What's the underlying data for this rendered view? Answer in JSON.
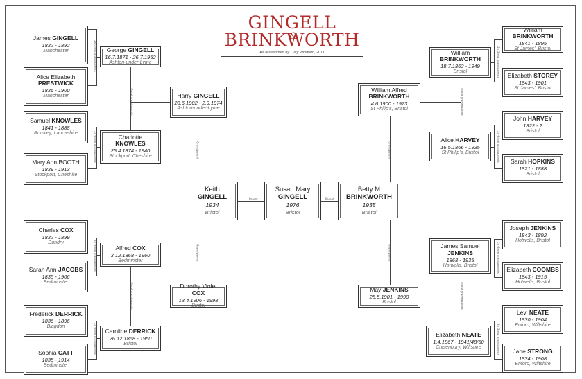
{
  "title": {
    "line1": "GINGELL",
    "amp": "&",
    "line2": "BRINKWORTH",
    "credit": "As researched by Lucy Whitfield, 2011"
  },
  "people": {
    "james_gingell": {
      "first": "James",
      "last": "GINGELL",
      "dates": "1832 - 1892",
      "place": "Manchester"
    },
    "alice_prestwick": {
      "first": "Alice Elizabeth",
      "last": "PRESTWICK",
      "dates": "1836 - 1900",
      "place": "Manchester"
    },
    "samuel_knowles": {
      "first": "Samuel",
      "last": "KNOWLES",
      "dates": "1841 - 1888",
      "place": "Romiley, Lancashire"
    },
    "mary_booth": {
      "first": "Mary Ann",
      "last": "BOOTH",
      "dates": "1839 - 1913",
      "place": "Stockport, Cheshire"
    },
    "george_gingell": {
      "first": "George",
      "last": "GINGELL",
      "dates": "16.7.1871 - 26.7.1952",
      "place": "Ashton-under-Lyme"
    },
    "charlotte_knowles": {
      "first": "Charlotte",
      "last": "KNOWLES",
      "dates": "25.4.1874 - 1940",
      "place": "Stockport, Cheshire"
    },
    "harry_gingell": {
      "first": "Harry",
      "last": "GINGELL",
      "dates": "28.6.1902 - 2.9.1974",
      "place": "Ashton-under-Lyme"
    },
    "charles_cox": {
      "first": "Charles",
      "last": "COX",
      "dates": "1832 - 1899",
      "place": "Dundry"
    },
    "sarah_jacobs": {
      "first": "Sarah Ann",
      "last": "JACOBS",
      "dates": "1835 - 1906",
      "place": "Bedminster"
    },
    "frederick_derrick": {
      "first": "Frederick",
      "last": "DERRICK",
      "dates": "1836 - 1896",
      "place": "Blagdon"
    },
    "sophia_catt": {
      "first": "Sophia",
      "last": "CATT",
      "dates": "1835 - 1914",
      "place": "Bedminster"
    },
    "alfred_cox": {
      "first": "Alfred",
      "last": "COX",
      "dates": "3.12.1868 - 1960",
      "place": "Bedminster"
    },
    "caroline_derrick": {
      "first": "Caroline",
      "last": "DERRICK",
      "dates": "26.12.1868 - 1950",
      "place": "Bristol"
    },
    "dorothy_cox": {
      "first": "Dorothy Violet",
      "last": "COX",
      "dates": "13.4.1906 - 1998",
      "place": "Bristol"
    },
    "keith_gingell": {
      "first": "Keith",
      "last": "GINGELL",
      "dates": "1934",
      "place": "Bristol"
    },
    "susan_gingell": {
      "first": "Susan Mary",
      "last": "GINGELL",
      "dates": "1976",
      "place": "Bristol"
    },
    "betty_brinkworth": {
      "first": "Betty M",
      "last": "BRINKWORTH",
      "dates": "1935",
      "place": "Bristol"
    },
    "william_brinkworth_sr": {
      "first": "William",
      "last": "BRINKWORTH",
      "dates": "1841 - 1895",
      "place": "St James', Bristol"
    },
    "elizabeth_storey": {
      "first": "Elizabeth",
      "last": "STOREY",
      "dates": "1843 - 1901",
      "place": "St James', Bristol"
    },
    "john_harvey": {
      "first": "John",
      "last": "HARVEY",
      "dates": "1822 - ?",
      "place": "Bristol"
    },
    "sarah_hopkins": {
      "first": "Sarah",
      "last": "HOPKINS",
      "dates": "1821 - 1888",
      "place": "Bristol"
    },
    "william_brinkworth_jr": {
      "first": "William",
      "last": "BRINKWORTH",
      "dates": "18.7.1862 - 1949",
      "place": "Bristol"
    },
    "alice_harvey": {
      "first": "Alice",
      "last": "HARVEY",
      "dates": "16.5.1866 - 1935",
      "place": "St Philip's, Bristol"
    },
    "william_alfred": {
      "first": "William Alfred",
      "last": "BRINKWORTH",
      "dates": "4.6.1900 - 1973",
      "place": "St Philip's, Bristol"
    },
    "joseph_jenkins": {
      "first": "Joseph",
      "last": "JENKINS",
      "dates": "1843 - 1892",
      "place": "Hotwells, Bristol"
    },
    "elizabeth_coombs": {
      "first": "Elizabeth",
      "last": "COOMBS",
      "dates": "1843 - 1915",
      "place": "Hotwells, Bristol"
    },
    "levi_neate": {
      "first": "Levi",
      "last": "NEATE",
      "dates": "1830 - 1904",
      "place": "Enford, Wiltshire"
    },
    "jane_strong": {
      "first": "Jane",
      "last": "STRONG",
      "dates": "1834 - 1908",
      "place": "Enford, Wiltshire"
    },
    "james_jenkins": {
      "first": "James Samuel",
      "last": "JENKINS",
      "dates": "1868 - 1935",
      "place": "Hotwells, Bristol"
    },
    "elizabeth_neate": {
      "first": "Elizabeth",
      "last": "NEATE",
      "dates": "1.4.1867 - 1941/48/50",
      "place": "Chisenbury, Wiltshire"
    },
    "may_jenkins": {
      "first": "May",
      "last": "JENKINS",
      "dates": "25.5.1901 - 1990",
      "place": "Bristol"
    }
  },
  "relations": {
    "parent": "Parent",
    "grandparent": "Grandparent",
    "great": "Great grandparents",
    "great2": "2x Great grandparents"
  }
}
